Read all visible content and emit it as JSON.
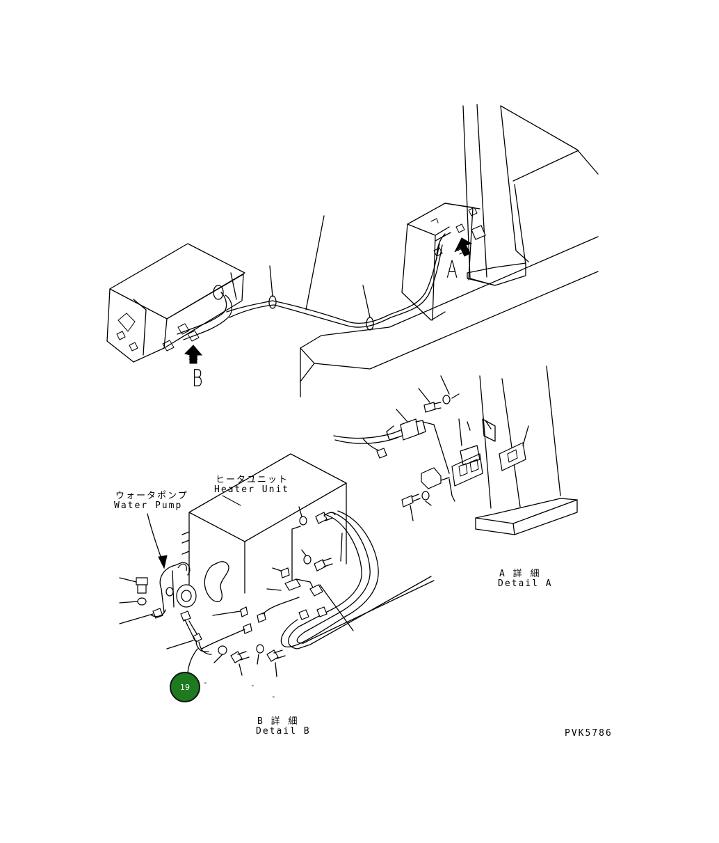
{
  "labels": {
    "view_a": "A",
    "view_b": "B",
    "heater_unit_jp": "ヒータユニット",
    "heater_unit_en": "Heater Unit",
    "water_pump_jp": "ウォータポンプ",
    "water_pump_en": "Water Pump",
    "detail_a_jp": "A 詳 細",
    "detail_a_en": "Detail A",
    "detail_b_jp": "B 詳 細",
    "detail_b_en": "Detail B",
    "drawing_code": "PVK5786"
  },
  "callout": {
    "number": "19",
    "color": "#1e7a1e"
  },
  "leader_marks": {
    "mark_1": "-",
    "mark_2": "-",
    "mark_3": "-"
  }
}
